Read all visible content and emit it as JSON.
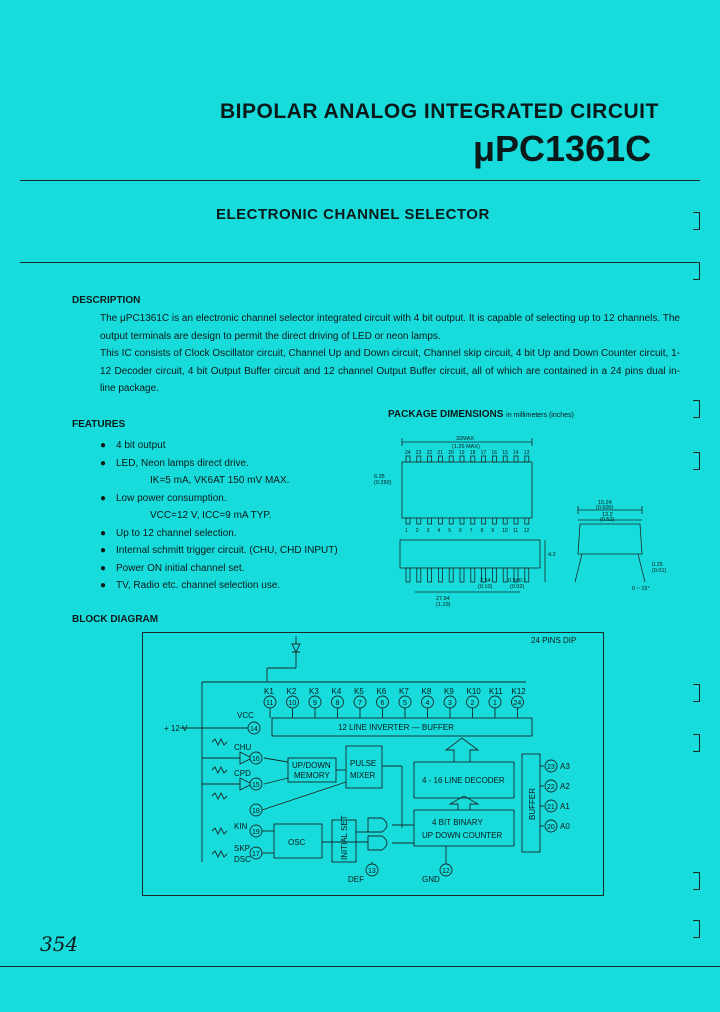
{
  "header": {
    "series": "BIPOLAR ANALOG INTEGRATED CIRCUIT",
    "part_number": "μPC1361C"
  },
  "subtitle": "ELECTRONIC CHANNEL SELECTOR",
  "description": {
    "heading": "DESCRIPTION",
    "paragraphs": [
      "The μPC1361C is an electronic channel selector integrated circuit with 4 bit output. It is capable of selecting up to 12 channels. The output terminals are design to permit the direct driving of LED or neon lamps.",
      "This IC consists of Clock Oscillator circuit, Channel Up and Down circuit, Channel skip circuit, 4 bit Up and Down Counter circuit, 1-12 Decoder circuit, 4 bit Output Buffer circuit and 12 channel Output Buffer circuit, all of which are contained in a 24 pins dual in-line package."
    ]
  },
  "features": {
    "heading": "FEATURES",
    "items": [
      {
        "text": "4 bit output",
        "sub": false
      },
      {
        "text": "LED, Neon lamps direct drive.",
        "sub": false
      },
      {
        "text": "IK=5 mA, VK6AT 150 mV MAX.",
        "sub": true
      },
      {
        "text": "Low power consumption.",
        "sub": false
      },
      {
        "text": "VCC=12 V, ICC=9 mA TYP.",
        "sub": true
      },
      {
        "text": "Up to 12 channel selection.",
        "sub": false
      },
      {
        "text": "Internal schmitt trigger circuit. (CHU, CHD INPUT)",
        "sub": false
      },
      {
        "text": "Power ON initial channel set.",
        "sub": false
      },
      {
        "text": "TV, Radio etc. channel selection use.",
        "sub": false
      }
    ],
    "bullet": "●"
  },
  "package": {
    "heading": "PACKAGE DIMENSIONS",
    "unit_note": "in millimeters (inches)",
    "top_pins": [
      "24",
      "23",
      "22",
      "21",
      "20",
      "19",
      "18",
      "17",
      "16",
      "15",
      "14",
      "13"
    ],
    "bottom_pins": [
      "1",
      "2",
      "3",
      "4",
      "5",
      "6",
      "7",
      "8",
      "9",
      "10",
      "11",
      "12"
    ],
    "dims": {
      "length": "32MAX",
      "length_in": "(1.26 MAX)",
      "width": "6.35",
      "width_in": "(0.250)",
      "row": "15.24",
      "row_in": "(0.600)",
      "body": "13.2",
      "body_in": "(0.52)",
      "pitch": "2.54",
      "pitch_in": "(0.10)",
      "lead": "0.5±0.1",
      "lead_in": "(0.02)",
      "span": "27.94",
      "span_in": "(1.10)",
      "height": "4.2",
      "angle": "0 ~ 15°",
      "thick": "0.25",
      "thick_in": "(0.01)"
    }
  },
  "block_diagram": {
    "heading": "BLOCK DIAGRAM",
    "package_label": "24 PINS DIP",
    "k_labels": [
      "K1",
      "K2",
      "K3",
      "K4",
      "K5",
      "K6",
      "K7",
      "K8",
      "K9",
      "K10",
      "K11",
      "K12"
    ],
    "k_pins": [
      "11",
      "10",
      "9",
      "8",
      "7",
      "6",
      "5",
      "4",
      "3",
      "2",
      "1",
      "24"
    ],
    "vcc_label": "VCC",
    "vcc_supply": "+ 12 V",
    "vcc_pin": "14",
    "line_inverter": "12 LINE INVERTER — BUFFER",
    "line_decoder": "4 - 16 LINE DECODER",
    "counter_line1": "4 BIT BINARY",
    "counter_line2": "UP DOWN COUNTER",
    "updown_line1": "UP/DOWN",
    "updown_line2": "MEMORY",
    "pulse_line1": "PULSE",
    "pulse_line2": "MIXER",
    "osc": "OSC",
    "initial_set": "INITIAL SET",
    "buffer": "BUFFER",
    "inputs": [
      {
        "label": "CHU",
        "pin": "16"
      },
      {
        "label": "CPD",
        "pin": "15"
      },
      {
        "label": "",
        "pin": "18"
      },
      {
        "label": "KIN",
        "pin": "19"
      },
      {
        "label": "SKP",
        "pin": "17"
      },
      {
        "label": "DSC",
        "pin": ""
      }
    ],
    "outputs": [
      {
        "label": "A3",
        "pin": "23"
      },
      {
        "label": "A2",
        "pin": "22"
      },
      {
        "label": "A1",
        "pin": "21"
      },
      {
        "label": "A0",
        "pin": "20"
      }
    ],
    "bottom": [
      {
        "label": "DEF",
        "pin": "13"
      },
      {
        "label": "GND",
        "pin": "12"
      }
    ]
  },
  "page_number": "354"
}
